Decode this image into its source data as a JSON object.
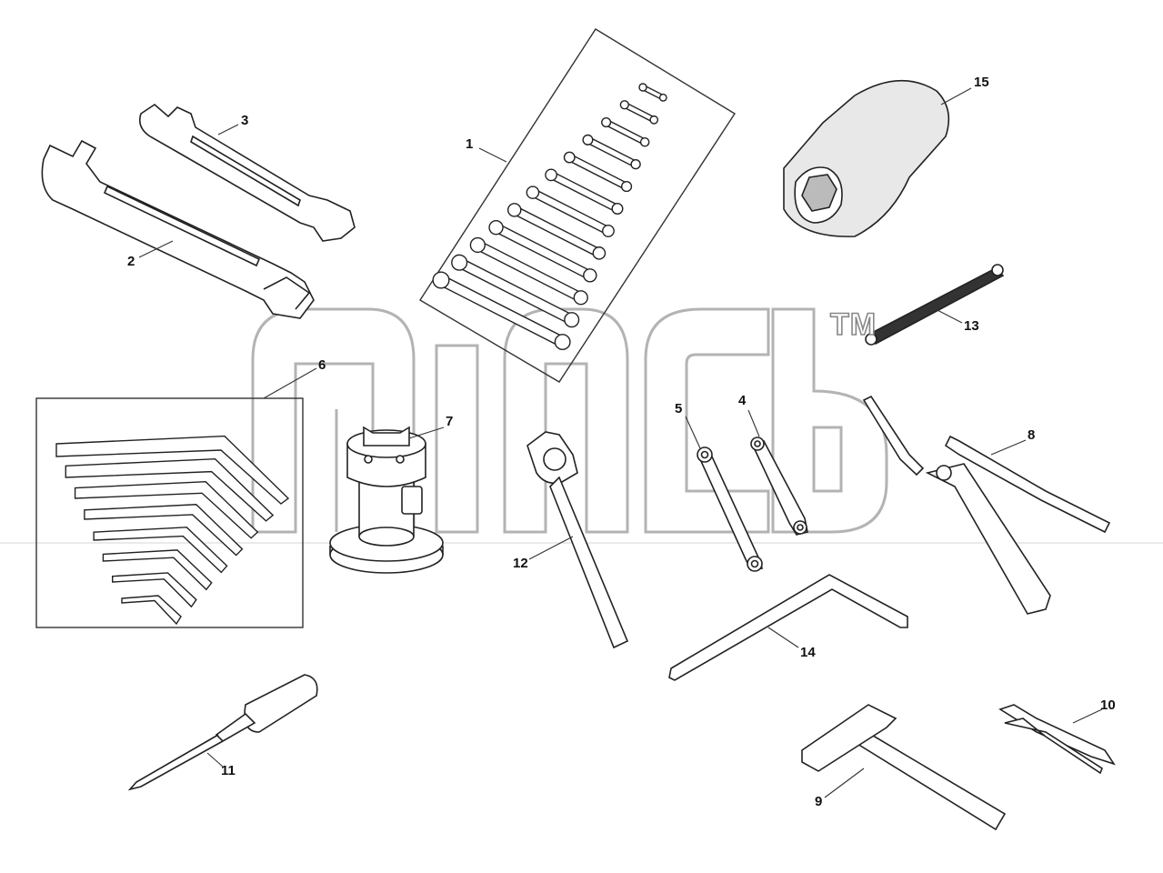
{
  "watermark": {
    "trademark": "TM"
  },
  "callouts": [
    {
      "id": "1",
      "label": "1"
    },
    {
      "id": "2",
      "label": "2"
    },
    {
      "id": "3",
      "label": "3"
    },
    {
      "id": "4",
      "label": "4"
    },
    {
      "id": "5",
      "label": "5"
    },
    {
      "id": "6",
      "label": "6"
    },
    {
      "id": "7",
      "label": "7"
    },
    {
      "id": "8",
      "label": "8"
    },
    {
      "id": "9",
      "label": "9"
    },
    {
      "id": "10",
      "label": "10"
    },
    {
      "id": "11",
      "label": "11"
    },
    {
      "id": "12",
      "label": "12"
    },
    {
      "id": "13",
      "label": "13"
    },
    {
      "id": "14",
      "label": "14"
    },
    {
      "id": "15",
      "label": "15"
    }
  ]
}
